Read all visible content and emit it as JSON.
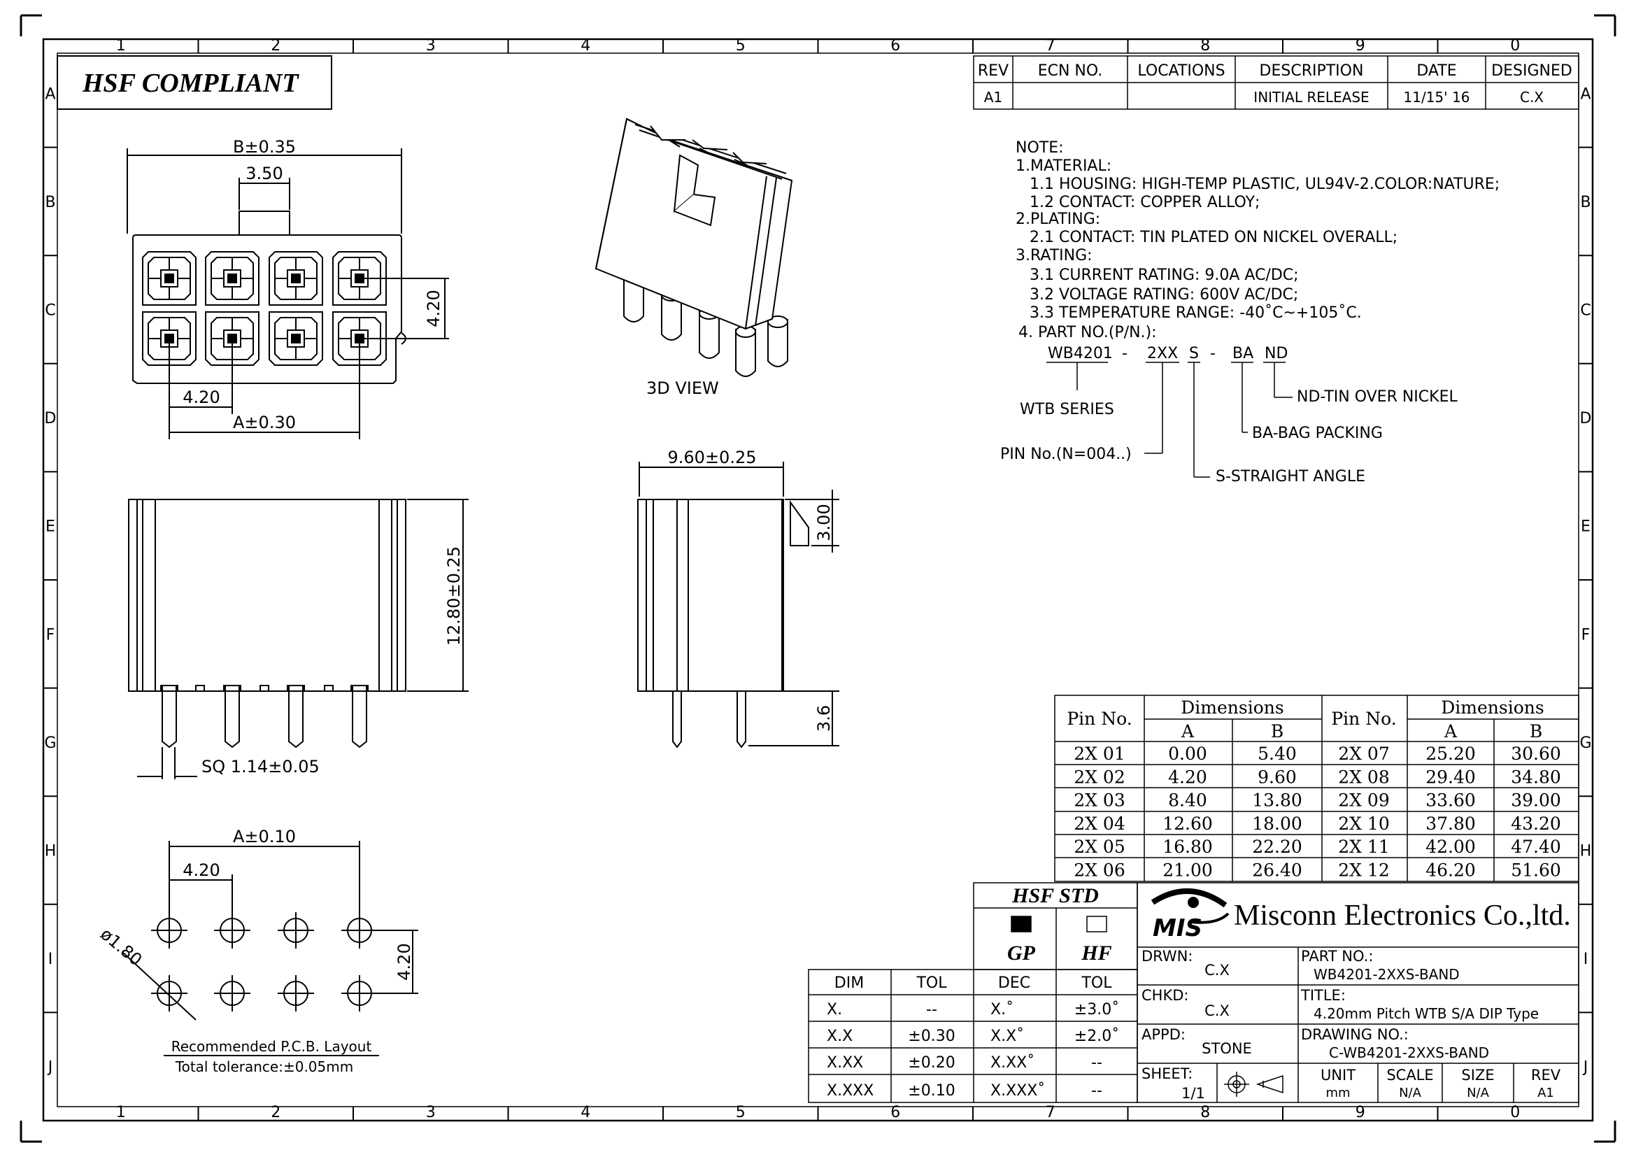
{
  "frame": {
    "col_labels": [
      "1",
      "2",
      "3",
      "4",
      "5",
      "6",
      "7",
      "8",
      "9",
      "0"
    ],
    "row_labels": [
      "A",
      "B",
      "C",
      "D",
      "E",
      "F",
      "G",
      "H",
      "I",
      "J"
    ]
  },
  "hsf_compliant": "HSF COMPLIANT",
  "revision_table": {
    "headers": [
      "REV",
      "ECN NO.",
      "LOCATIONS",
      "DESCRIPTION",
      "DATE",
      "DESIGNED"
    ],
    "rows": [
      [
        "A1",
        "",
        "",
        "INITIAL RELEASE",
        "11/15' 16",
        "C.X"
      ]
    ]
  },
  "notes": {
    "title": "NOTE:",
    "lines": [
      "1.MATERIAL:",
      "1.1  HOUSING:  HIGH-TEMP  PLASTIC,  UL94V-2.COLOR:NATURE;",
      "1.2  CONTACT:  COPPER  ALLOY;",
      "2.PLATING:",
      "2.1  CONTACT:  TIN  PLATED  ON  NICKEL  OVERALL;",
      "3.RATING:",
      "3.1  CURRENT  RATING:  9.0A  AC/DC;",
      "3.2  VOLTAGE  RATING:  600V  AC/DC;",
      "3.3  TEMPERATURE  RANGE:  -40˚C~+105˚C.",
      "4.  PART  NO.(P/N.):"
    ]
  },
  "part_number_breakdown": {
    "seg1": "WB4201",
    "dash1": "-",
    "seg2": "2XX",
    "seg3": "S",
    "dash2": "-",
    "seg4": "BA",
    "seg5": "ND",
    "label_series": "WTB  SERIES",
    "label_pin": "PIN  No.(N=004..)",
    "label_straight": "S-STRAIGHT  ANGLE",
    "label_bag": "BA-BAG  PACKING",
    "label_nd": "ND-TIN  OVER  NICKEL"
  },
  "views": {
    "view_3d_label": "3D  VIEW",
    "top_dim_b": "B±0.35",
    "top_dim_tab": "3.50",
    "top_dim_pitch_v": "4.20",
    "top_dim_pitch_h": "4.20",
    "top_dim_a": "A±0.30",
    "front_dim_height": "12.80±0.25",
    "front_dim_sq": "SQ  1.14±0.05",
    "side_dim_width": "9.60±0.25",
    "side_dim_latch": "3.00",
    "side_dim_pin": "3.6",
    "pcb_dim_a": "A±0.10",
    "pcb_dim_pitch_h": "4.20",
    "pcb_dim_pitch_v": "4.20",
    "pcb_dim_hole": "ø1.80",
    "pcb_title": "Recommended  P.C.B.  Layout",
    "pcb_tol": "Total  tolerance:±0.05mm"
  },
  "dimension_table": {
    "header_pin": "Pin No.",
    "header_dims": "Dimensions",
    "header_a": "A",
    "header_b": "B",
    "rows_left": [
      [
        "2X 01",
        "0.00",
        "5.40"
      ],
      [
        "2X 02",
        "4.20",
        "9.60"
      ],
      [
        "2X 03",
        "8.40",
        "13.80"
      ],
      [
        "2X 04",
        "12.60",
        "18.00"
      ],
      [
        "2X 05",
        "16.80",
        "22.20"
      ],
      [
        "2X 06",
        "21.00",
        "26.40"
      ]
    ],
    "rows_right": [
      [
        "2X 07",
        "25.20",
        "30.60"
      ],
      [
        "2X 08",
        "29.40",
        "34.80"
      ],
      [
        "2X 09",
        "33.60",
        "39.00"
      ],
      [
        "2X 10",
        "37.80",
        "43.20"
      ],
      [
        "2X 11",
        "42.00",
        "47.40"
      ],
      [
        "2X 12",
        "46.20",
        "51.60"
      ]
    ]
  },
  "tolerance_table": {
    "headers": [
      "DIM",
      "TOL",
      "DEC",
      "TOL"
    ],
    "rows": [
      [
        "X.",
        "--",
        "X.˚",
        "±3.0˚"
      ],
      [
        "X.X",
        "±0.30",
        "X.X˚",
        "±2.0˚"
      ],
      [
        "X.XX",
        "±0.20",
        "X.XX˚",
        "--"
      ],
      [
        "X.XXX",
        "±0.10",
        "X.XXX˚",
        "--"
      ]
    ]
  },
  "hsf_std": {
    "title": "HSF  STD",
    "gp": "GP",
    "hf": "HF"
  },
  "title_block": {
    "company_logo": "MIS",
    "company_name": "Misconn Electronics Co.,ltd.",
    "drwn_label": "DRWN:",
    "drwn_value": "C.X",
    "chkd_label": "CHKD:",
    "chkd_value": "C.X",
    "appd_label": "APPD:",
    "appd_value": "STONE",
    "sheet_label": "SHEET:",
    "sheet_value": "1/1",
    "part_no_label": "PART  NO.:",
    "part_no_value": "WB4201-2XXS-BAND",
    "title_label": "TITLE:",
    "title_value": "4.20mm  Pitch  WTB  S/A  DIP  Type",
    "drawing_no_label": "DRAWING  NO.:",
    "drawing_no_value": "C-WB4201-2XXS-BAND",
    "unit_label": "UNIT",
    "unit_value": "mm",
    "scale_label": "SCALE",
    "scale_value": "N/A",
    "size_label": "SIZE",
    "size_value": "N/A",
    "rev_label": "REV",
    "rev_value": "A1"
  }
}
